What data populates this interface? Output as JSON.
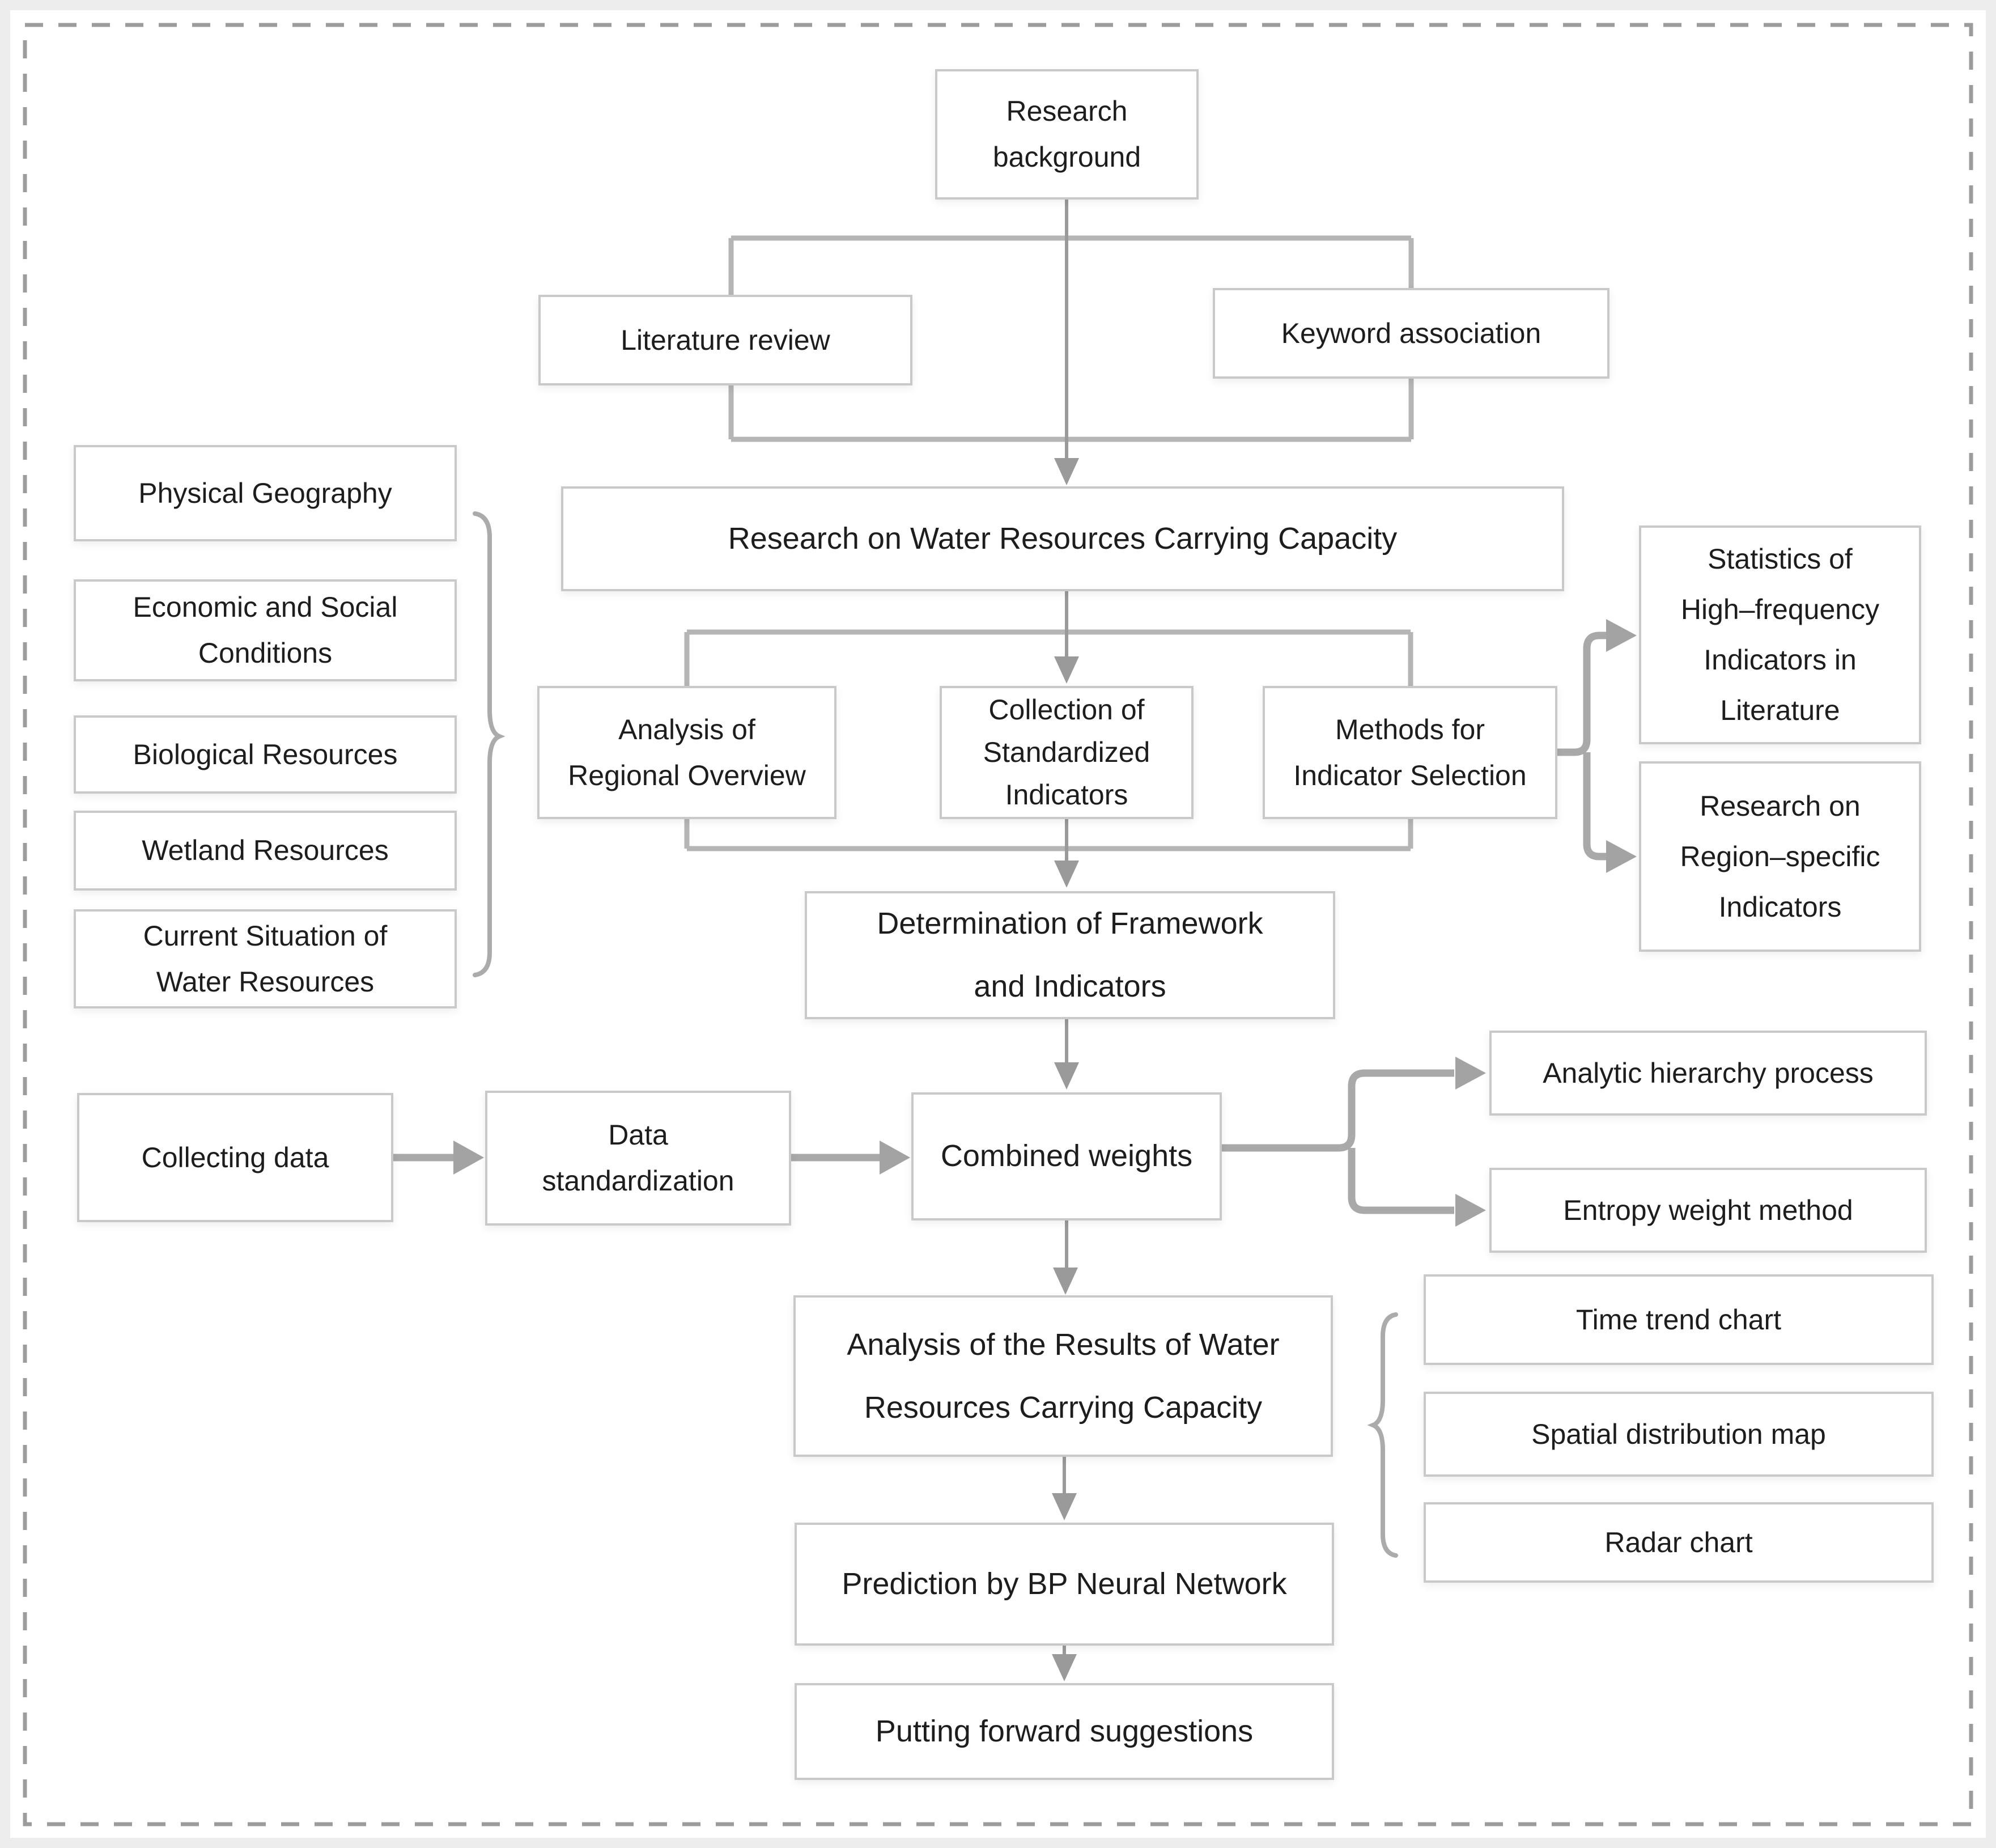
{
  "figure": {
    "type": "flowchart",
    "topic": "Research framework for Water Resources Carrying Capacity"
  },
  "colors": {
    "box_border": "#c9c9c9",
    "connector_thin": "#9a9a9a",
    "connector_thick": "#a9a9a9",
    "bracket": "#b5b5b5",
    "brace": "#ababab",
    "dashed_border": "#9c9c9c",
    "text": "#1d1d1d",
    "edge_frame": "#ededed"
  },
  "nodes": {
    "research_background": "Research\nbackground",
    "literature_review": "Literature review",
    "keyword_association": "Keyword association",
    "research_wrcc": "Research on Water Resources Carrying Capacity",
    "physical_geography": "Physical Geography",
    "economic_social": "Economic and Social\nConditions",
    "biological_resources": "Biological Resources",
    "wetland_resources": "Wetland Resources",
    "current_situation": "Current Situation of\nWater Resources",
    "analysis_regional": "Analysis of\nRegional Overview",
    "collection_standardized": "Collection of\nStandardized\nIndicators",
    "methods_indicator": "Methods for\nIndicator Selection",
    "statistics_high_freq": "Statistics of\nHigh–frequency\nIndicators in\nLiterature",
    "research_region_specific": "Research on\nRegion–specific\nIndicators",
    "determination_framework": "Determination of Framework\nand Indicators",
    "collecting_data": "Collecting data",
    "data_standardization": "Data\nstandardization",
    "combined_weights": "Combined weights",
    "analytic_hierarchy": "Analytic hierarchy process",
    "entropy_weight": "Entropy weight method",
    "analysis_results": "Analysis of the Results of Water\nResources Carrying Capacity",
    "time_trend": "Time trend chart",
    "spatial_distribution": "Spatial distribution map",
    "radar_chart": "Radar chart",
    "prediction_bp": "Prediction by BP Neural Network",
    "putting_forward": "Putting forward suggestions"
  }
}
